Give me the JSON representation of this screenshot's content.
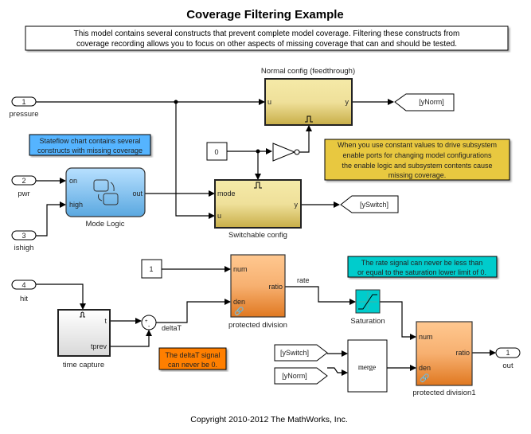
{
  "title": "Coverage Filtering Example",
  "description": [
    "This model contains several constructs that prevent complete model coverage. Filtering these constructs from",
    "coverage recording allows you to focus on other aspects of missing coverage that can and should be tested."
  ],
  "inports": [
    {
      "num": "1",
      "name": "pressure"
    },
    {
      "num": "2",
      "name": "pwr"
    },
    {
      "num": "3",
      "name": "ishigh"
    },
    {
      "num": "4",
      "name": "hit"
    }
  ],
  "outport": {
    "num": "1",
    "name": "out"
  },
  "normal_config": {
    "name": "Normal config (feedthrough)",
    "in": "u",
    "out": "y"
  },
  "switchable_config": {
    "name": "Switchable config",
    "in1": "mode",
    "in2": "u",
    "out": "y"
  },
  "mode_logic": {
    "name": "Mode Logic",
    "in1": "on",
    "in2": "high",
    "out": "out"
  },
  "constants": {
    "zero": "0",
    "one": "1"
  },
  "gotos": {
    "ynorm": "[yNorm]",
    "yswitch": "[ySwitch]"
  },
  "froms": {
    "yswitch": "[ySwitch]",
    "ynorm": "[yNorm]"
  },
  "time_capture": {
    "name": "time capture",
    "out1": "t",
    "out2": "tprev"
  },
  "sum": {
    "plus": "+",
    "minus": "-",
    "signal": "deltaT"
  },
  "prot_div": {
    "name": "protected division",
    "in1": "num",
    "in2": "den",
    "out": "ratio",
    "signal": "rate"
  },
  "prot_div1": {
    "name": "protected division1",
    "in1": "num",
    "in2": "den",
    "out": "ratio"
  },
  "saturation": {
    "name": "Saturation"
  },
  "merge": {
    "label": "merge"
  },
  "notes": {
    "stateflow": [
      "Stateflow chart contains several",
      "constructs with missing coverage"
    ],
    "enable": [
      "When you use constant values to drive subsystem",
      "enable ports for changing model configurations",
      "the enable logic and subsystem contents cause",
      "missing coverage."
    ],
    "rate": [
      "The rate signal can never be less than",
      "or equal to the saturation lower limit of 0."
    ],
    "deltat": [
      "The deltaT signal",
      "can never be 0."
    ]
  },
  "copyright": "Copyright 2010-2012 The MathWorks, Inc.",
  "colors": {
    "subsystem": "#d9c25a",
    "stateflow": "#5aaee8",
    "library": "#e9893a",
    "cyan_note": "#00cccc",
    "blue_note": "#55b4ff",
    "yellow_note": "#e8c840",
    "orange_note": "#ff7f00"
  }
}
